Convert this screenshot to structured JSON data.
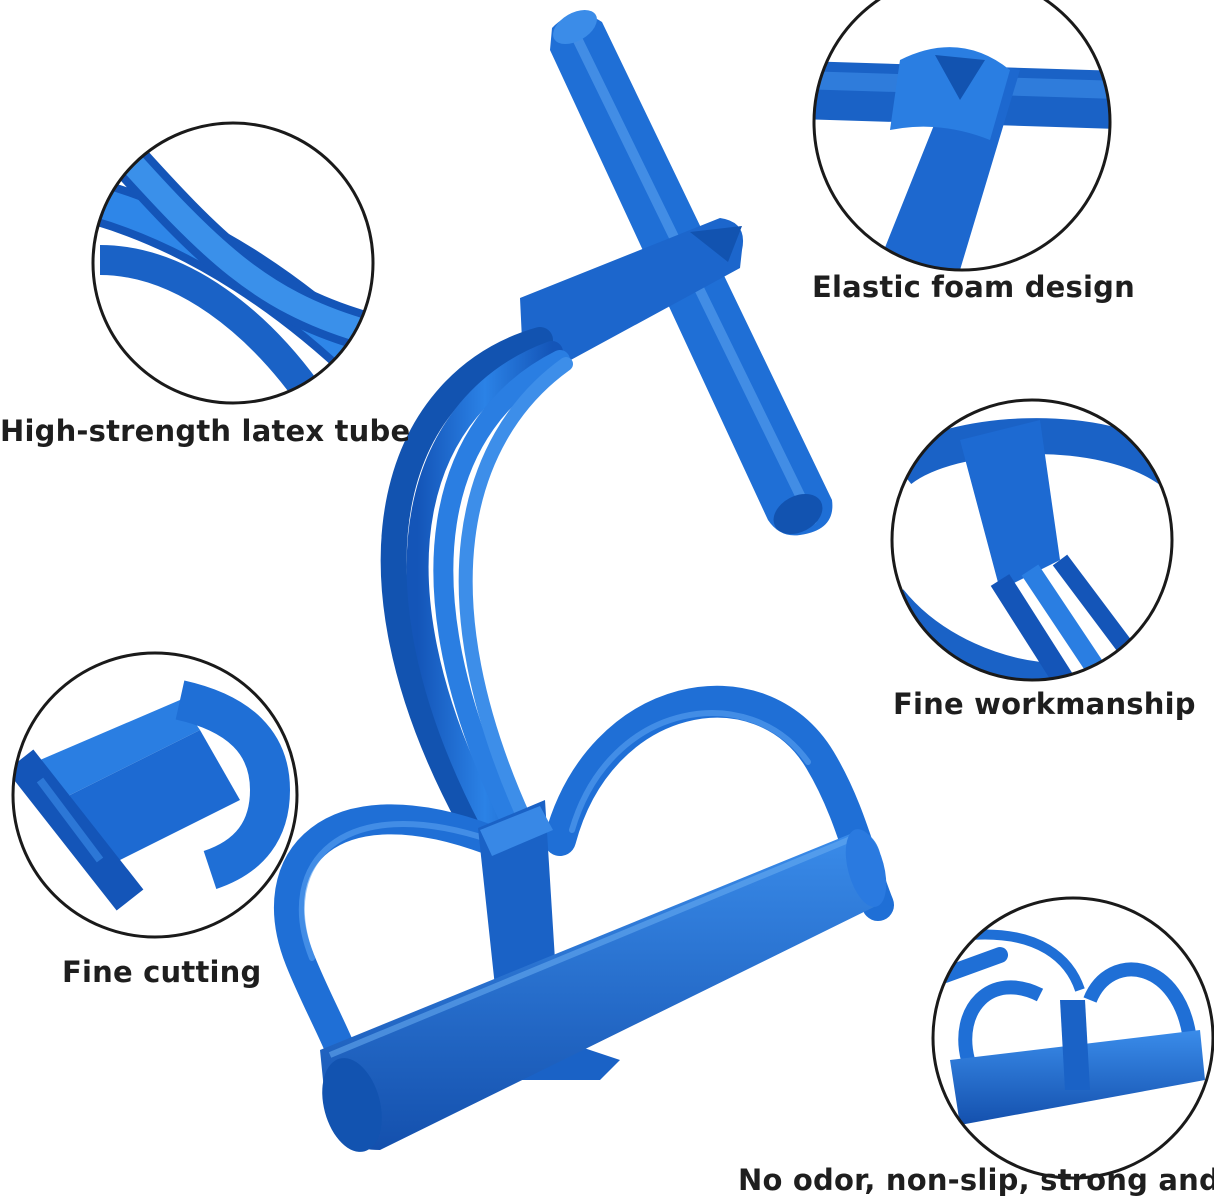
{
  "features": {
    "latex_tube": "High-strength latex tube",
    "foam_design": "Elastic foam design",
    "workmanship": "Fine workmanship",
    "cutting": "Fine cutting",
    "bottom_caption": "No odor, non-slip, strong and..."
  },
  "colors": {
    "product_blue": "#1f6fd6",
    "product_shadow": "#1253b0",
    "product_highlight": "#5aa2f0",
    "circle_stroke": "#1a1a1a",
    "label_text": "#1e1e1e"
  },
  "icons": [
    "detail-circle-tube",
    "detail-circle-knot",
    "detail-circle-handle-sleeve",
    "detail-circle-pedal-cut",
    "detail-circle-full-product"
  ]
}
